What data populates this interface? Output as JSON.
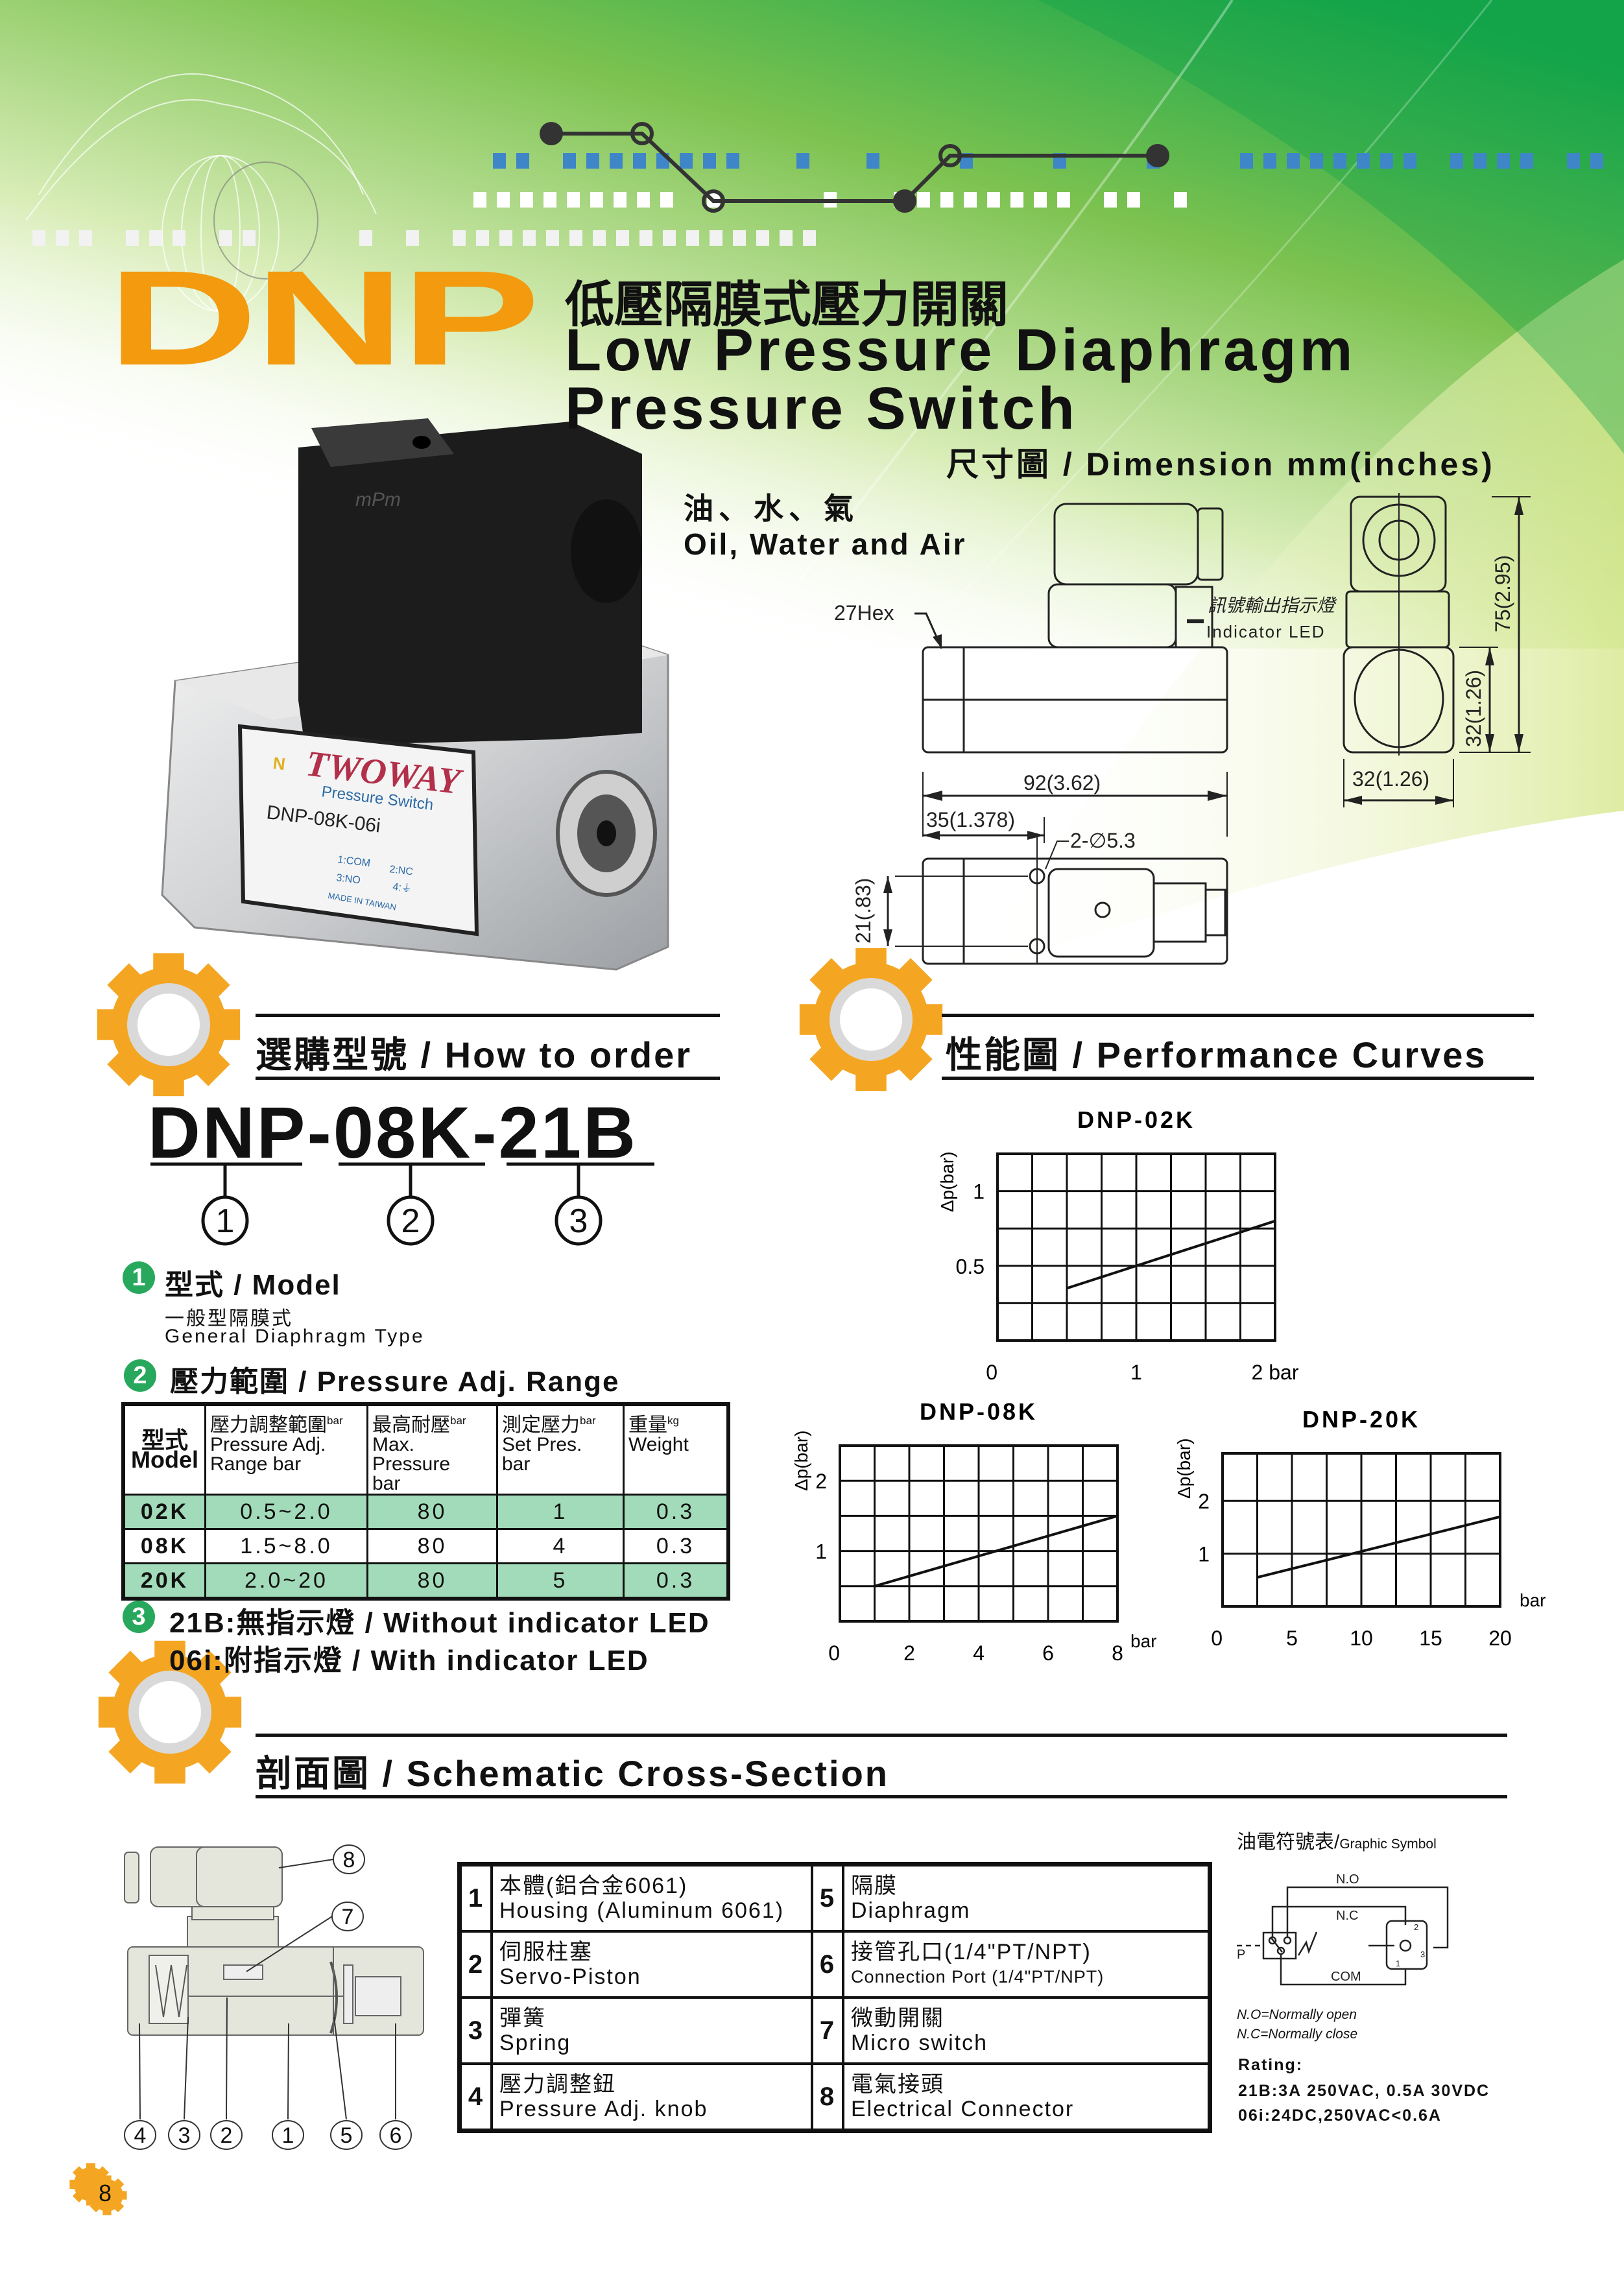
{
  "header": {
    "brand": "DNP",
    "title_zh": "低壓隔膜式壓力開關",
    "title_en_line1": "Low Pressure Diaphragm",
    "title_en_line2": "Pressure Switch",
    "media_zh": "油、水、氣",
    "media_en": "Oil, Water and Air"
  },
  "photo_label": {
    "connector_mark": "mPm",
    "brand": "TWOWAY",
    "subtitle": "Pressure Switch",
    "model": "DNP-08K-06i",
    "pin1": "1:COM",
    "pin2": "2:NC",
    "pin3": "3:NO",
    "pin4": "4:⏚",
    "origin": "MADE IN TAIWAN"
  },
  "dimension": {
    "title": "尺寸圖 / Dimension mm(inches)",
    "hex": "27Hex",
    "led_zh": "訊號輸出指示燈",
    "led_en": "Indicator LED",
    "length": "92(3.62)",
    "hole_pitch": "35(1.378)",
    "holes": "2-∅5.3",
    "hole_spacing": "21(.83)",
    "height": "75(2.95)",
    "body_height": "32(1.26)",
    "body_width": "32(1.26)"
  },
  "how_to_order": {
    "title": "選購型號 / How to order",
    "code": "DNP-08K-21B",
    "markers": [
      "①",
      "②",
      "③"
    ],
    "model": {
      "badge": "1",
      "title": "型式 / Model",
      "desc_zh": "一般型隔膜式",
      "desc_en": "General Diaphragm Type"
    },
    "range": {
      "badge": "2",
      "title": "壓力範圍 / Pressure Adj. Range",
      "headers": [
        {
          "zh": "型式",
          "en": "Model"
        },
        {
          "zh": "壓力調整範圍",
          "unit": "bar",
          "en": "Pressure Adj.",
          "en2": "Range bar"
        },
        {
          "zh": "最高耐壓",
          "unit": "bar",
          "en": "Max. Pressure",
          "en2": "bar"
        },
        {
          "zh": "測定壓力",
          "unit": "bar",
          "en": "Set Pres.",
          "en2": "bar"
        },
        {
          "zh": "重量",
          "unit": "kg",
          "en": "Weight",
          "en2": ""
        }
      ],
      "rows": [
        [
          "02K",
          "0.5~2.0",
          "80",
          "1",
          "0.3"
        ],
        [
          "08K",
          "1.5~8.0",
          "80",
          "4",
          "0.3"
        ],
        [
          "20K",
          "2.0~20",
          "80",
          "5",
          "0.3"
        ]
      ]
    },
    "options": {
      "badge": "3",
      "items": [
        "21B:無指示燈 / Without indicator LED",
        "06i:附指示燈 / With indicator LED"
      ]
    }
  },
  "performance": {
    "title": "性能圖 / Performance Curves"
  },
  "chart_data": [
    {
      "type": "line",
      "title": "DNP-02K",
      "xlabel": "bar",
      "ylabel": "Δp(bar)",
      "xlim": [
        0,
        2
      ],
      "ylim": [
        0,
        1.25
      ],
      "xgrid": 0.25,
      "ygrid": 0.25,
      "xticks": [
        "0",
        "1",
        "2 bar"
      ],
      "xtick_values": [
        0,
        1,
        2
      ],
      "yticks": [
        "0.5",
        "1"
      ],
      "ytick_values": [
        0.5,
        1
      ],
      "series": [
        {
          "name": "DNP-02K",
          "x": [
            0.5,
            2.0
          ],
          "y": [
            0.35,
            0.8
          ]
        }
      ]
    },
    {
      "type": "line",
      "title": "DNP-08K",
      "xlabel": "bar",
      "ylabel": "Δp(bar)",
      "xlim": [
        0,
        8
      ],
      "ylim": [
        0,
        2.5
      ],
      "xgrid": 1,
      "ygrid": 0.5,
      "xticks": [
        "0",
        "2",
        "4",
        "6",
        "8"
      ],
      "xtick_values": [
        0,
        2,
        4,
        6,
        8
      ],
      "yticks": [
        "1",
        "2"
      ],
      "ytick_values": [
        1,
        2
      ],
      "series": [
        {
          "name": "DNP-08K",
          "x": [
            1,
            8
          ],
          "y": [
            0.5,
            1.5
          ]
        }
      ]
    },
    {
      "type": "line",
      "title": "DNP-20K",
      "xlabel": "bar",
      "ylabel": "Δp(bar)",
      "xlim": [
        0,
        20
      ],
      "ylim": [
        0,
        2.9
      ],
      "xgrid": 2.5,
      "ygrid": 1,
      "xticks": [
        "0",
        "5",
        "10",
        "15",
        "20"
      ],
      "xtick_values": [
        0,
        5,
        10,
        15,
        20
      ],
      "yticks": [
        "1",
        "2"
      ],
      "ytick_values": [
        1,
        2
      ],
      "series": [
        {
          "name": "DNP-20K",
          "x": [
            2.5,
            20
          ],
          "y": [
            0.55,
            1.7
          ]
        }
      ]
    }
  ],
  "cross_section": {
    "title": "剖面圖 / Schematic Cross-Section",
    "callouts": [
      "8",
      "7",
      "4",
      "3",
      "2",
      "1",
      "5",
      "6"
    ],
    "parts": [
      {
        "no": "1",
        "zh": "本體(鋁合金6061)",
        "en": "Housing (Aluminum 6061)"
      },
      {
        "no": "2",
        "zh": "伺服柱塞",
        "en": "Servo-Piston"
      },
      {
        "no": "3",
        "zh": "彈簧",
        "en": "Spring"
      },
      {
        "no": "4",
        "zh": "壓力調整鈕",
        "en": "Pressure Adj. knob"
      },
      {
        "no": "5",
        "zh": "隔膜",
        "en": "Diaphragm"
      },
      {
        "no": "6",
        "zh": "接管孔口(1/4\"PT/NPT)",
        "en": "Connection Port (1/4\"PT/NPT)"
      },
      {
        "no": "7",
        "zh": "微動開關",
        "en": "Micro switch"
      },
      {
        "no": "8",
        "zh": "電氣接頭",
        "en": "Electrical Connector"
      }
    ]
  },
  "graphic_symbol": {
    "title_zh": "油電符號表/",
    "title_en": "Graphic Symbol",
    "no": "N.O",
    "nc": "N.C",
    "com": "COM",
    "p": "P",
    "pins": [
      "1",
      "2",
      "3"
    ],
    "legend_no": "N.O=Normally open",
    "legend_nc": "N.C=Normally close",
    "rating_title": "Rating:",
    "rating_21b": "21B:3A 250VAC, 0.5A 30VDC",
    "rating_06i": "06i:24DC,250VAC<0.6A"
  },
  "page_number": "8",
  "colors": {
    "brand_orange": "#f39a0f",
    "green_badge": "#27a85c",
    "table_green": "#a2dbb9",
    "blue_dash": "#3f86c8"
  }
}
